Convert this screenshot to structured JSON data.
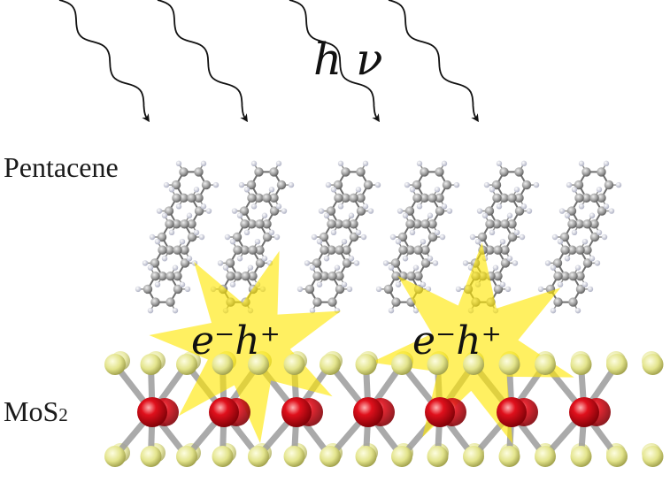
{
  "photon_label": "h ν",
  "layers": {
    "organic": "Pentacene",
    "substrate_main": "MoS",
    "substrate_sub": "2"
  },
  "exciton_label": "e⁻h⁺",
  "colors": {
    "carbon": "#8e8e8e",
    "hydrogen": "#c9ccd8",
    "molybdenum": "#d8000c",
    "sulfur": "#e9ea9a",
    "glow": "#ffe600",
    "bond": "#9c9c9c",
    "arrow": "#111111"
  }
}
